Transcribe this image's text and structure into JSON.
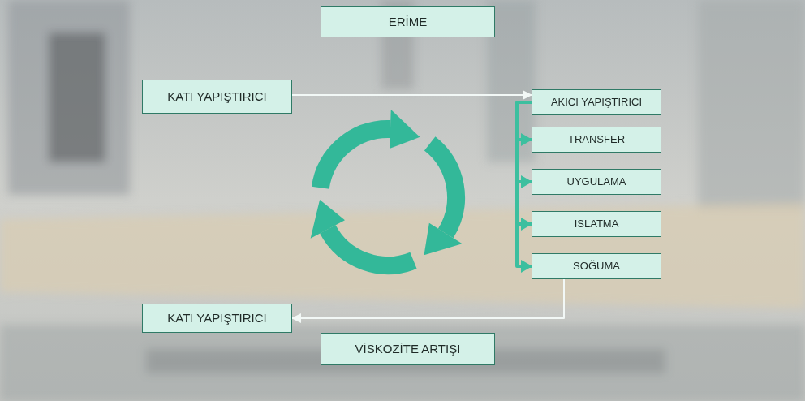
{
  "diagram": {
    "nodes": [
      {
        "text": [
          "ERİME"
        ]
      },
      {
        "text": [
          "KATI YAPIŞTIRICI"
        ]
      },
      {
        "text": [
          "AKICI YAPIŞTIRICI"
        ]
      },
      {
        "text": [
          "TRANSFER"
        ]
      },
      {
        "text": [
          "UYGULAMA"
        ]
      },
      {
        "text": [
          "ISLATMA"
        ]
      },
      {
        "text": [
          "SOĞUMA"
        ]
      },
      {
        "text": [
          "KATI YAPIŞTIRICI"
        ]
      },
      {
        "text": [
          "VİSKOZİTE ARTIŞI"
        ]
      }
    ],
    "edges": [
      {
        "from": 1,
        "to": 2,
        "arrow": "to"
      },
      {
        "from": 2,
        "to": 3,
        "arrow": "to"
      },
      {
        "from": 3,
        "to": 4,
        "arrow": "to"
      },
      {
        "from": 4,
        "to": 5,
        "arrow": "to"
      },
      {
        "from": 5,
        "to": 6,
        "arrow": "to"
      },
      {
        "from": 6,
        "to": 7,
        "arrow": "to"
      }
    ]
  }
}
